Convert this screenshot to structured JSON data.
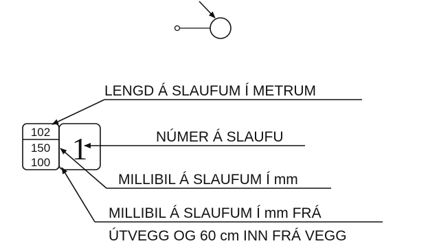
{
  "diagram": {
    "labels": {
      "length": "LENGD Á SLAUFUM Í METRUM",
      "number": "NÚMER Á SLAUFU",
      "spacing": "MILLIBIL Á SLAUFUM Í mm",
      "outer_line1": "MILLIBIL Á SLAUFUM Í mm FRÁ",
      "outer_line2": "ÚTVEGG OG 60 cm INN FRÁ VEGG"
    },
    "code_box": {
      "top": "102",
      "middle": "150",
      "bottom": "100"
    },
    "loop_number": "1"
  }
}
